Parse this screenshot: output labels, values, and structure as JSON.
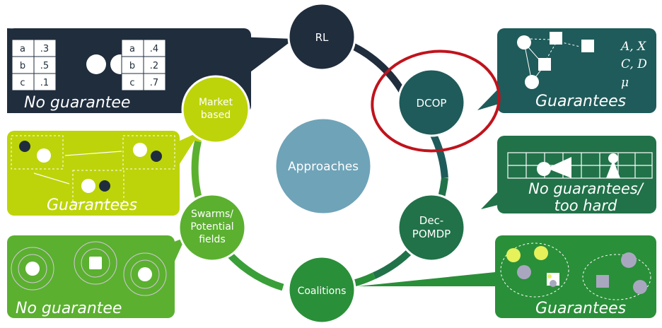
{
  "center": {
    "label": "Approaches"
  },
  "nodes": {
    "rl": "RL",
    "dcop": "DCOP",
    "decpomdp_line1": "Dec-",
    "decpomdp_line2": "POMDP",
    "coalitions": "Coalitions",
    "swarms_line1": "Swarms/",
    "swarms_line2": "Potential",
    "swarms_line3": "fields",
    "market_line1": "Market",
    "market_line2": "based"
  },
  "callouts": {
    "rl": {
      "caption": "No guarantee",
      "table_left": [
        [
          "a",
          ".3"
        ],
        [
          "b",
          ".5"
        ],
        [
          "c",
          ".1"
        ]
      ],
      "table_right": [
        [
          "a",
          ".4"
        ],
        [
          "b",
          ".2"
        ],
        [
          "c",
          ".7"
        ]
      ]
    },
    "dcop": {
      "caption": "Guarantees",
      "math_line1": "A, X",
      "math_line2": "C, D",
      "math_line3": "μ"
    },
    "decpomdp": {
      "caption_line1": "No guarantees/",
      "caption_line2": "too hard"
    },
    "coalitions": {
      "caption": "Guarantees"
    },
    "market": {
      "caption": "Guarantees"
    },
    "swarms": {
      "caption": "No guarantee"
    }
  },
  "colors": {
    "rl": "#1f2d3d",
    "dcop": "#1f5b5a",
    "decpomdp": "#217249",
    "coalitions": "#2a8f39",
    "swarms": "#5bb030",
    "market": "#bdd40a",
    "center": "#6fa3b8",
    "highlight": "#c0131c"
  }
}
